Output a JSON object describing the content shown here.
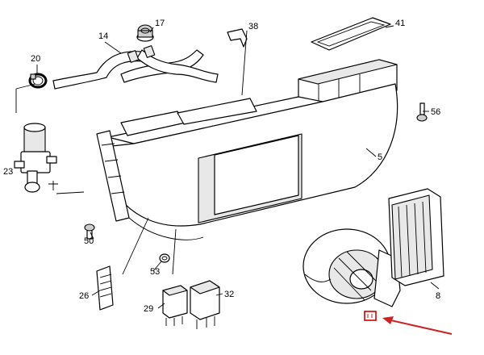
{
  "diagram": {
    "callouts": {
      "c14": "14",
      "c17": "17",
      "c20": "20",
      "c23": "23",
      "c38": "38",
      "c41": "41",
      "c56": "56",
      "c5": "5",
      "c50": "50",
      "c53": "53",
      "c26": "26",
      "c29": "29",
      "c32": "32",
      "c8": "8"
    },
    "highlight": {
      "box_color": "#cc0000",
      "arrow_color": "#cc2222"
    }
  }
}
